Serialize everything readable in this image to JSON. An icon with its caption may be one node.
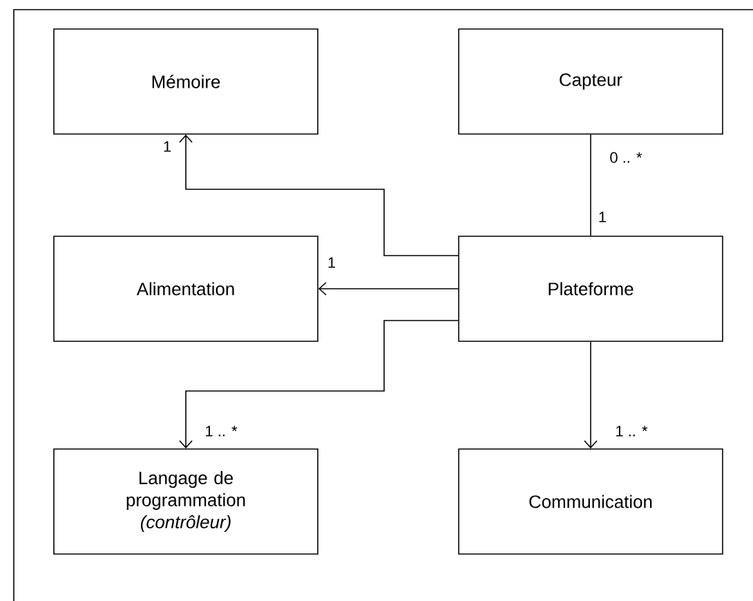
{
  "diagram": {
    "nodes": [
      {
        "text": [
          "Mémoire"
        ]
      },
      {
        "text": [
          "Capteur"
        ]
      },
      {
        "text": [
          "Alimentation"
        ]
      },
      {
        "text": [
          "Plateforme"
        ]
      },
      {
        "text": [
          "Langage de programmation",
          "(contrôleur)"
        ]
      },
      {
        "text": [
          "Communication"
        ]
      }
    ],
    "edges": [
      {
        "from": 3,
        "to": 0,
        "arrow": "to",
        "label": "1"
      },
      {
        "from": 1,
        "to": 3,
        "arrow": "none",
        "label": "0 .. *"
      },
      {
        "from": 3,
        "to": 2,
        "arrow": "to",
        "label": "1"
      },
      {
        "from": 3,
        "to": 4,
        "arrow": "to",
        "label": "1 .. *"
      },
      {
        "from": 3,
        "to": 5,
        "arrow": "to",
        "label": "1 .. *"
      }
    ],
    "labels": [
      "1"
    ]
  }
}
